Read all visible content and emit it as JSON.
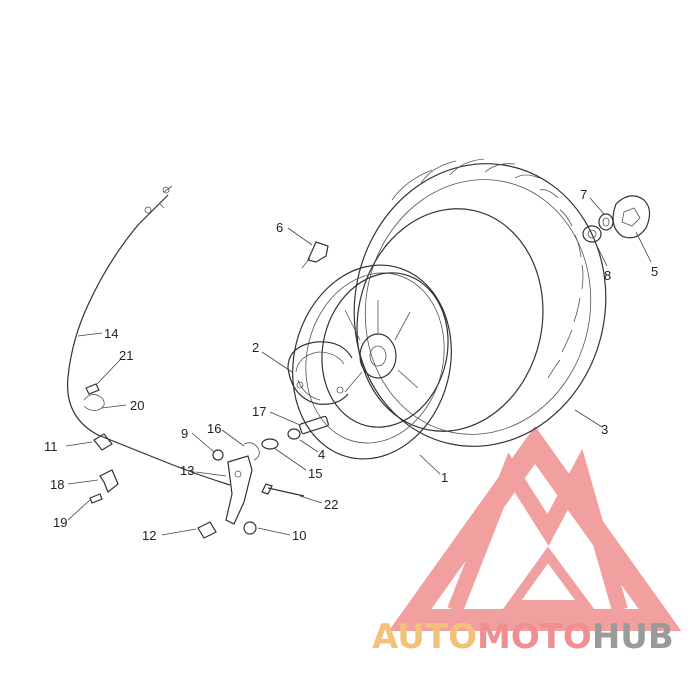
{
  "diagram": {
    "callouts": [
      {
        "id": "1",
        "label": "1"
      },
      {
        "id": "2",
        "label": "2"
      },
      {
        "id": "3",
        "label": "3"
      },
      {
        "id": "4",
        "label": "4"
      },
      {
        "id": "5",
        "label": "5"
      },
      {
        "id": "6",
        "label": "6"
      },
      {
        "id": "7",
        "label": "7"
      },
      {
        "id": "8",
        "label": "8"
      },
      {
        "id": "9",
        "label": "9"
      },
      {
        "id": "10",
        "label": "10"
      },
      {
        "id": "11",
        "label": "11"
      },
      {
        "id": "12",
        "label": "12"
      },
      {
        "id": "13",
        "label": "13"
      },
      {
        "id": "14",
        "label": "14"
      },
      {
        "id": "15",
        "label": "15"
      },
      {
        "id": "16",
        "label": "16"
      },
      {
        "id": "17",
        "label": "17"
      },
      {
        "id": "18",
        "label": "18"
      },
      {
        "id": "19",
        "label": "19"
      },
      {
        "id": "20",
        "label": "20"
      },
      {
        "id": "21",
        "label": "21"
      },
      {
        "id": "22",
        "label": "22"
      }
    ]
  },
  "watermark": {
    "word_auto": "AUTO",
    "word_moto": "MOTO",
    "word_hub": "HUB",
    "color_auto": "#f2c27a",
    "color_moto": "#f08f8f",
    "color_hub": "#9a9a9a",
    "logo_color": "#f08f8f"
  }
}
